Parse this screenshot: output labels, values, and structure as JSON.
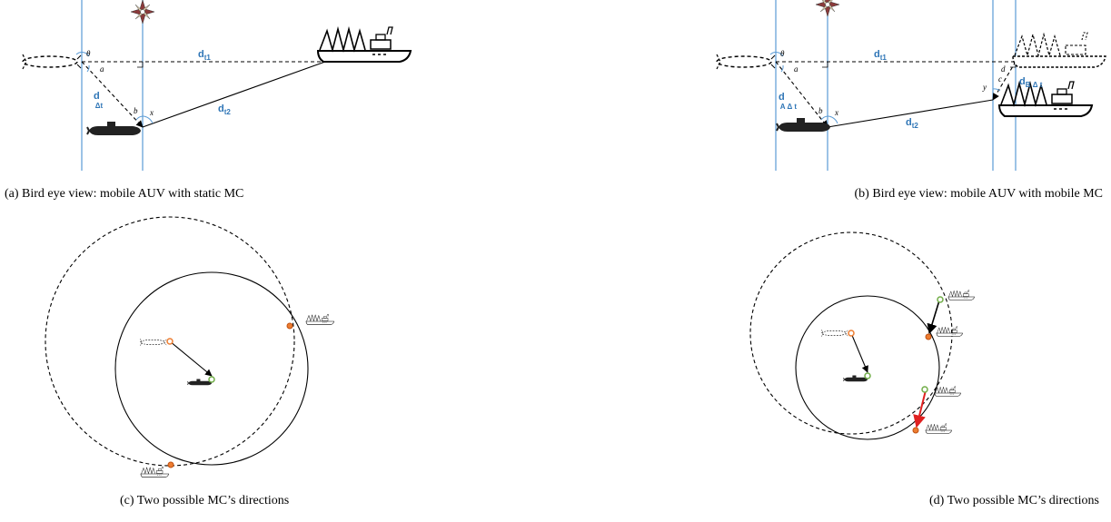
{
  "panels": {
    "a": {
      "caption": "(a) Bird eye view: mobile AUV with static MC",
      "labels": {
        "dt1_main": "d",
        "dt1_sub": "t1",
        "ddt_main": "d",
        "ddt_sub": "Δt",
        "dt2_main": "d",
        "dt2_sub": "t2",
        "theta": "θ",
        "a": "a",
        "b": "b",
        "x": "x"
      }
    },
    "b": {
      "caption": "(b) Bird eye view: mobile AUV with mobile MC",
      "labels": {
        "dt1_main": "d",
        "dt1_sub": "t1",
        "dadt_main": "d",
        "dadt_sub": "A Δ t",
        "dbdt_main": "d",
        "dbdt_sub": "B Δ t",
        "dt2_main": "d",
        "dt2_sub": "t2",
        "theta": "θ",
        "a": "a",
        "b": "b",
        "x": "x",
        "y": "y",
        "c": "c",
        "d": "d"
      }
    },
    "c": {
      "caption": "(c) Two possible MC’s directions"
    },
    "d": {
      "caption": "(d) Two possible MC’s directions"
    }
  },
  "colors": {
    "blue_line": "#5b9bd5",
    "label_blue": "#2e75b6",
    "point_orange": "#ed7d31",
    "point_green": "#70ad47",
    "arrow_red": "#e02020"
  },
  "icons": [
    "compass-rose-icon",
    "auv-icon",
    "ship-icon"
  ]
}
